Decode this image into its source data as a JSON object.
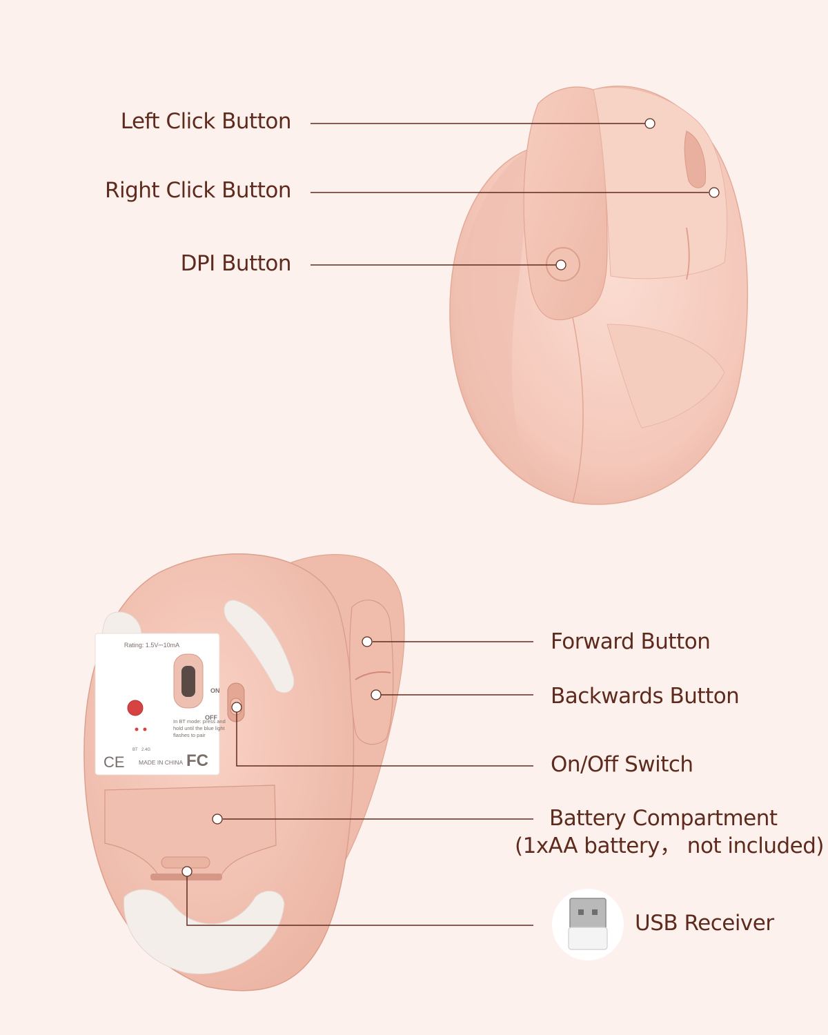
{
  "top_view": {
    "callouts": {
      "left_click": "Left Click Button",
      "right_click": "Right Click Button",
      "dpi": "DPI Button"
    }
  },
  "bottom_view": {
    "callouts": {
      "forward": "Forward Button",
      "backwards": "Backwards Button",
      "onoff": "On/Off Switch",
      "battery_line1": "Battery Compartment",
      "battery_line2": "(1xAA battery，  not included)",
      "usb": "USB Receiver"
    },
    "sticker": {
      "rating": "Rating: 1.5V⎓10mA",
      "on": "ON",
      "off": "OFF",
      "bt_note_1": "In BT mode: press and",
      "bt_note_2": "hold until the blue light",
      "bt_note_3": "flashes to pair",
      "bt_label": "BT",
      "g24_label": "2.4G",
      "ce_mark": "CE",
      "made_in": "MADE IN CHINA",
      "fc_mark": "FC"
    }
  },
  "colors": {
    "background": "#fcf1ec",
    "mouse_body": "#f2c4b6",
    "label_text": "#5e2a1e",
    "leader_line": "#5e2a1e"
  }
}
